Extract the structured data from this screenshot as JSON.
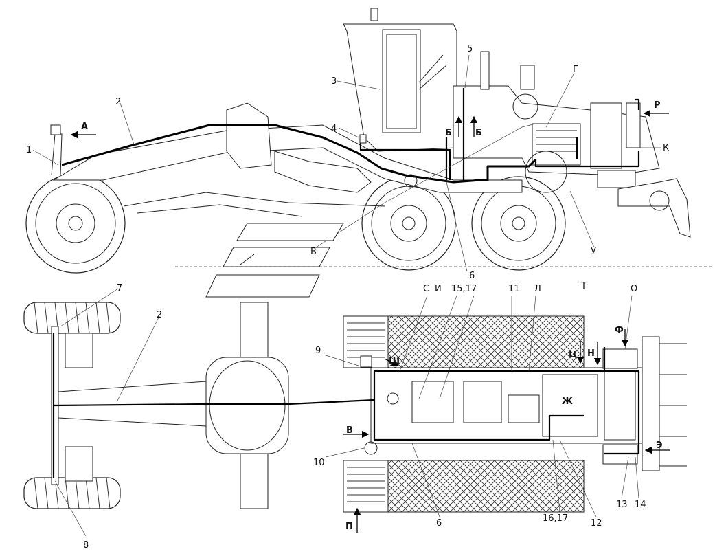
{
  "callouts_top": {
    "n1": "1",
    "n2": "2",
    "n3": "3",
    "n4": "4",
    "n5": "5",
    "n6": "6",
    "A": "А",
    "B_cyr": "Б",
    "B_cyr2": "Б",
    "V": "В",
    "G": "Г",
    "K": "К",
    "R": "Р",
    "U": "У"
  },
  "callouts_bottom": {
    "n7": "7",
    "n2": "2",
    "n8": "8",
    "n9": "9",
    "n10": "10",
    "n6": "6",
    "n11": "11",
    "n12": "12",
    "n13": "13",
    "n14": "14",
    "n15_17": "15,17",
    "n16_17": "16,17",
    "S": "С",
    "I": "И",
    "L": "Л",
    "T": "Т",
    "O": "О",
    "F": "Ф",
    "Ts": "Ц",
    "N": "Н",
    "Sh": "Ш",
    "Zh": "Ж",
    "V": "В",
    "P": "П",
    "E": "Э"
  },
  "colors": {
    "line": "#222222",
    "harness": "#000000",
    "background": "#ffffff"
  }
}
